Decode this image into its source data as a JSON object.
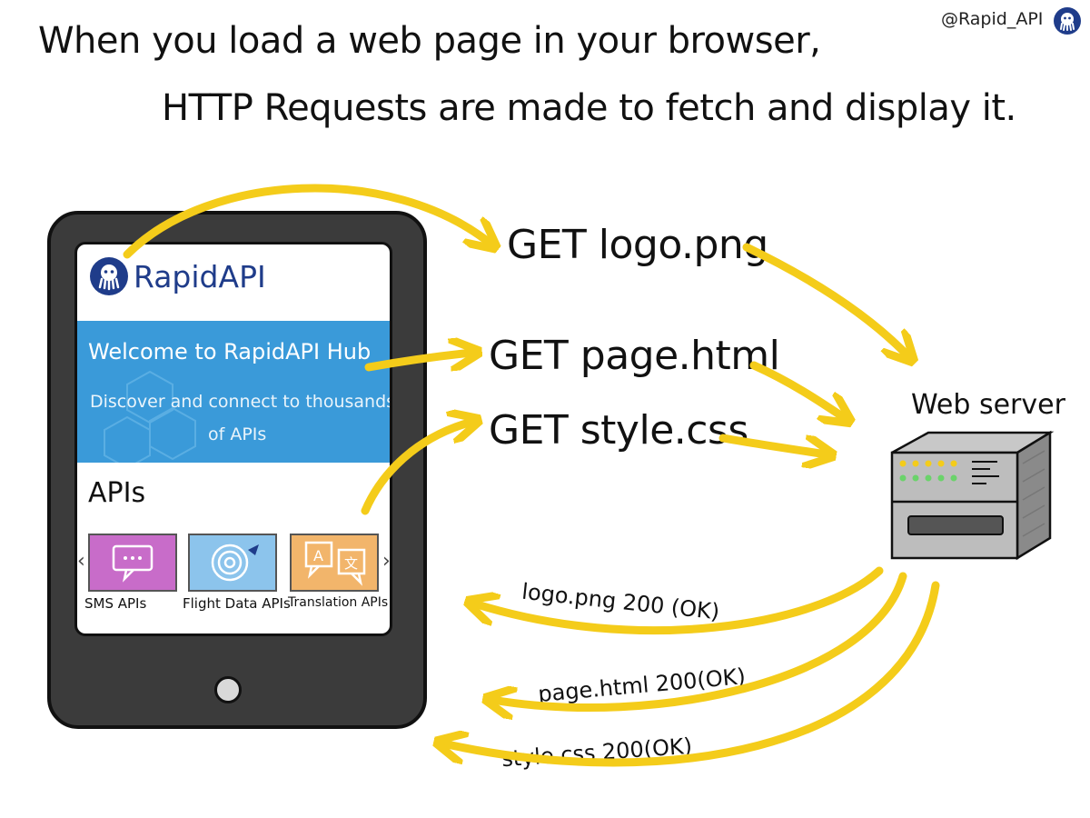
{
  "header": {
    "handle": "@Rapid_API",
    "title_line1": "When you load a web page in your browser,",
    "title_line2": "HTTP Requests are made to fetch and display it."
  },
  "tablet": {
    "brand": "RapidAPI",
    "hero_title": "Welcome to RapidAPI Hub",
    "hero_sub_line1": "Discover and connect to thousands",
    "hero_sub_line2": "of APIs",
    "section_title": "APIs",
    "cards": [
      {
        "label": "SMS APIs",
        "color": "#c86cc9",
        "icon": "chat-bubble-icon"
      },
      {
        "label": "Flight Data APIs",
        "color": "#8cc4ec",
        "icon": "target-plane-icon"
      },
      {
        "label": "Translation APIs",
        "color": "#f2b56b",
        "icon": "translate-icon"
      }
    ],
    "prev_arrow": "‹",
    "next_arrow": "›"
  },
  "requests": [
    "GET logo.png",
    "GET page.html",
    "GET style.css"
  ],
  "server": {
    "label": "Web server"
  },
  "responses": [
    "logo.png 200 (OK)",
    "page.html 200(OK)",
    "style.css 200(OK)"
  ],
  "colors": {
    "arrow": "#f4cc1a",
    "brand": "#1f3c8a",
    "hero": "#3a9ad9",
    "tablet_body": "#3b3b3b"
  }
}
